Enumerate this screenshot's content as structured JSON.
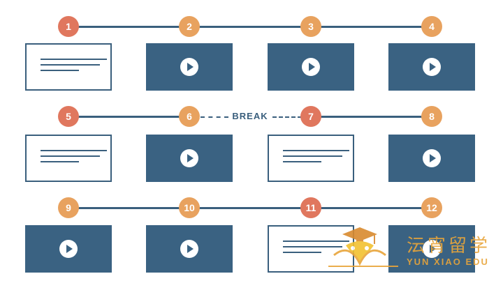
{
  "timeline": {
    "break_label": "BREAK",
    "steps": [
      {
        "number": "1",
        "type": "text",
        "color": "#e0775e"
      },
      {
        "number": "2",
        "type": "video",
        "color": "#e8a25f"
      },
      {
        "number": "3",
        "type": "video",
        "color": "#e8a25f"
      },
      {
        "number": "4",
        "type": "video",
        "color": "#e8a25f"
      },
      {
        "number": "5",
        "type": "text",
        "color": "#e0775e"
      },
      {
        "number": "6",
        "type": "video",
        "color": "#e8a25f"
      },
      {
        "number": "7",
        "type": "text",
        "color": "#e0775e"
      },
      {
        "number": "8",
        "type": "video",
        "color": "#e8a25f"
      },
      {
        "number": "9",
        "type": "video",
        "color": "#e8a25f"
      },
      {
        "number": "10",
        "type": "video",
        "color": "#e8a25f"
      },
      {
        "number": "11",
        "type": "text",
        "color": "#e0775e"
      },
      {
        "number": "12",
        "type": "video",
        "color": "#e8a25f"
      }
    ]
  },
  "watermark": {
    "brand_cn": "沄宵留学",
    "brand_en": "YUN XIAO EDU",
    "color": "#e8a53a"
  },
  "colors": {
    "line": "#3a5f7d",
    "video_card": "#3a6282"
  }
}
